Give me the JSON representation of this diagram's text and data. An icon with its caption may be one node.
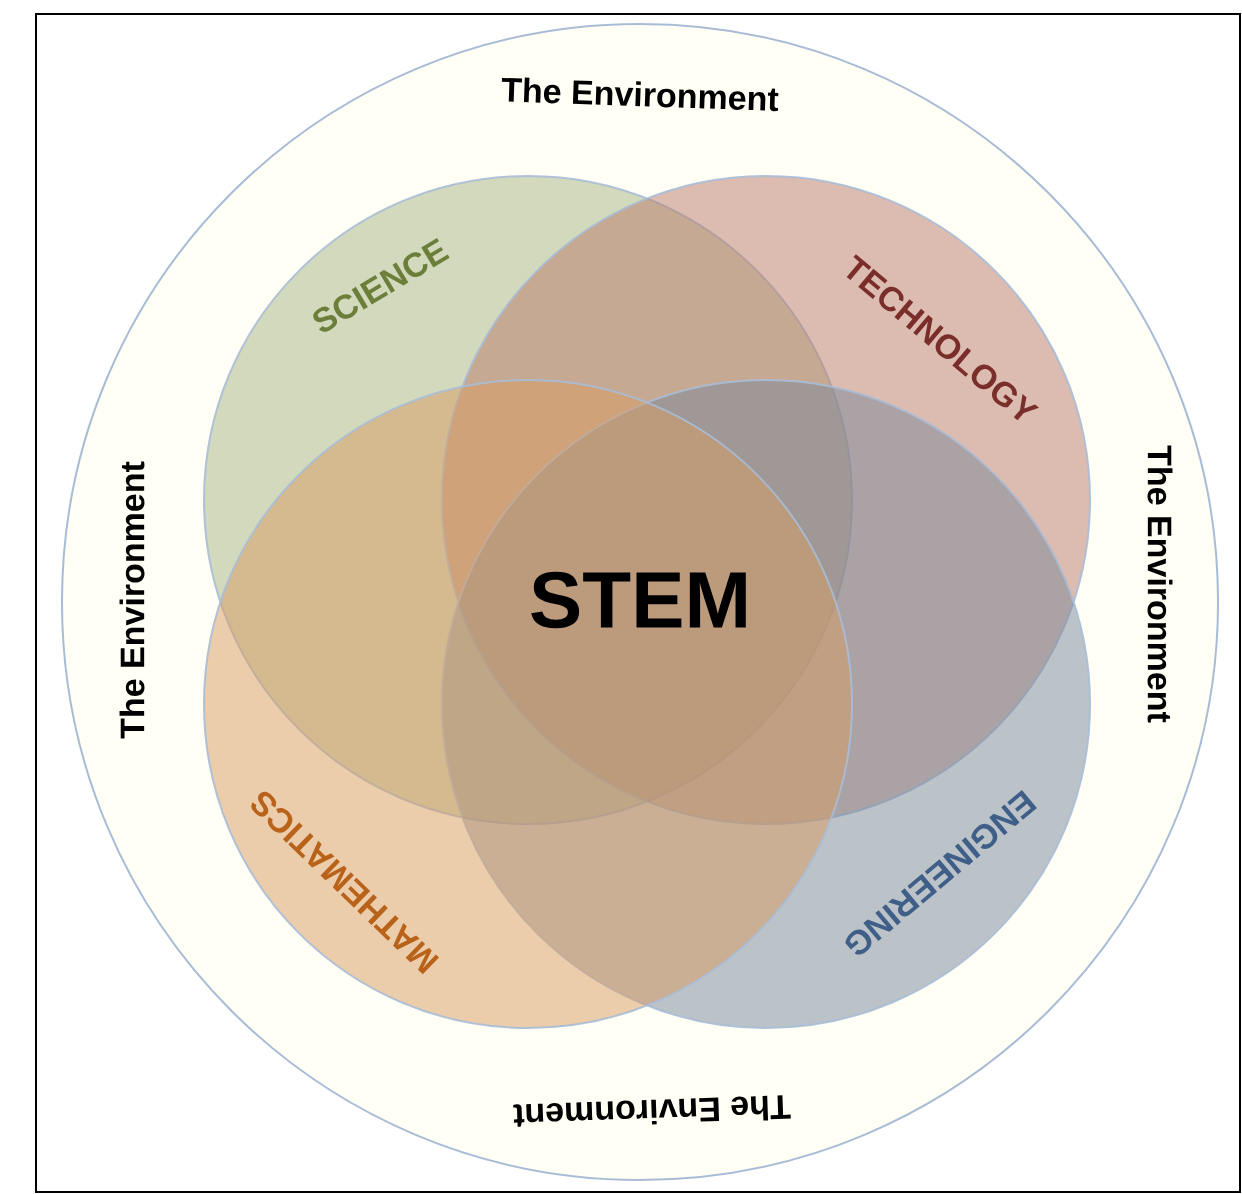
{
  "diagram": {
    "nodes": [
      {
        "text": [
          "The Environment",
          "The Environment",
          "The Environment",
          "The Environment"
        ]
      },
      {
        "text": [
          "SCIENCE"
        ],
        "in": 0
      },
      {
        "text": [
          "TECHNOLOGY"
        ],
        "in": 0
      },
      {
        "text": [
          "ENGINEERING"
        ],
        "in": 0
      },
      {
        "text": [
          "MATHEMATICS"
        ],
        "in": 0
      }
    ],
    "labels": [
      "STEM"
    ]
  }
}
